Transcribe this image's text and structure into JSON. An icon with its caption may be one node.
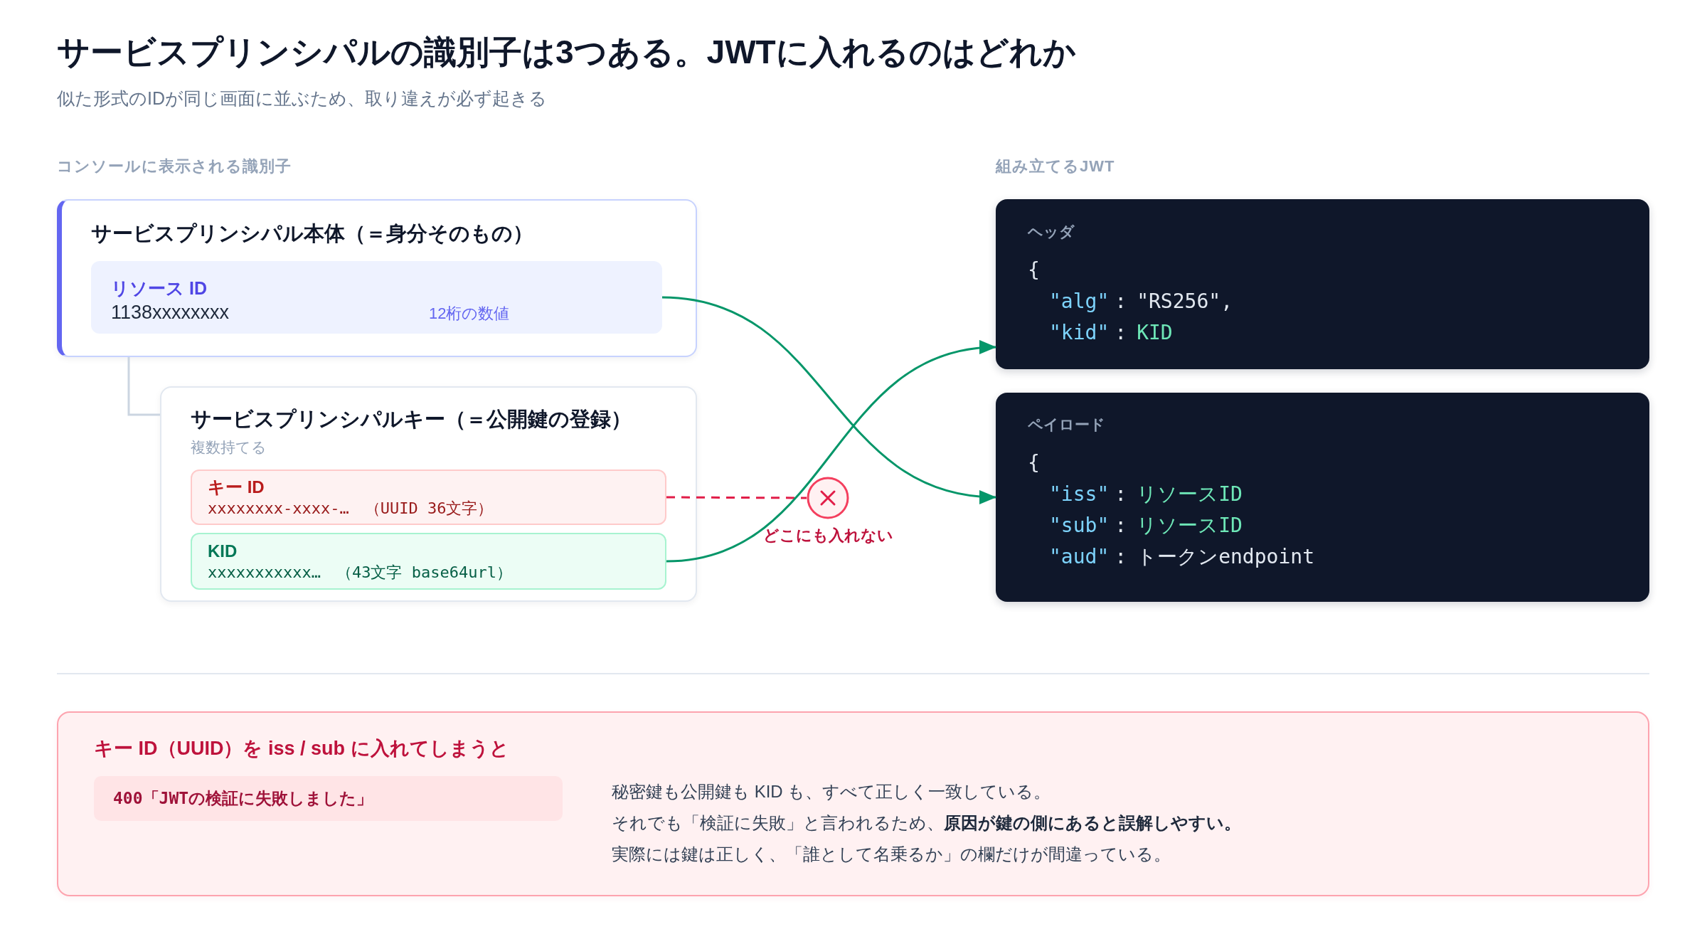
{
  "diagram": {
    "title": "サービスプリンシパルの識別子は3つある。JWTに入れるのはどれか",
    "nodes": [
      {
        "text": [
          "サービスプリンシパル本体（＝身分そのもの）"
        ]
      },
      {
        "text": [
          "リソース ID",
          "1138xxxxxxxx",
          "12桁の数値"
        ],
        "in": 0
      },
      {
        "text": [
          "サービスプリンシパルキー（＝公開鍵の登録）",
          "複数持てる"
        ]
      },
      {
        "text": [
          "キー ID",
          "xxxxxxxx-xxxx-…",
          "（UUID 36文字）"
        ],
        "in": 2
      },
      {
        "text": [
          "KID",
          "xxxxxxxxxxx…",
          "（43文字 base64url）"
        ],
        "in": 2
      },
      {
        "text": [
          "ヘッダ",
          "{",
          "\"alg\"",
          ":",
          "\"RS256\",",
          "\"kid\"",
          ":",
          "KID"
        ]
      },
      {
        "text": [
          "ペイロード",
          "{",
          "\"iss\"",
          ":",
          "リソースID",
          "\"sub\"",
          ":",
          "リソースID",
          "\"aud\"",
          ":",
          "トークンendpoint"
        ]
      },
      {
        "text": [],
        "shape": "circle",
        "beside": [
          "どこにも入れない"
        ]
      },
      {
        "text": [
          "キー ID（UUID）を iss / sub に入れてしまうと",
          "秘密鍵も公開鍵も KID も、すべて正しく一致している。",
          "それでも「検証に失敗」と言われるため、**原因が鍵の側にあると誤解しやすい。**",
          "実際には鍵は正しく、「誰として名乗るか」の欄だけが間違っている。"
        ]
      },
      {
        "text": [
          "400「JWTの検証に失敗しました」"
        ],
        "in": 8
      }
    ],
    "edges": [
      {
        "from": 0,
        "to": 2,
        "arrow": "none",
        "color": "#cbd5e1"
      },
      {
        "from": 1,
        "to": 6,
        "arrow": "to"
      },
      {
        "from": 3,
        "to": 7,
        "arrow": "none",
        "style": "dashed",
        "color": "#e11d48"
      },
      {
        "from": 4,
        "to": 5,
        "arrow": "to"
      }
    ],
    "labels": [
      "似た形式のIDが同じ画面に並ぶため、取り違えが必ず起きる",
      "コンソールに表示される識別子",
      "組み立てるJWT"
    ]
  }
}
